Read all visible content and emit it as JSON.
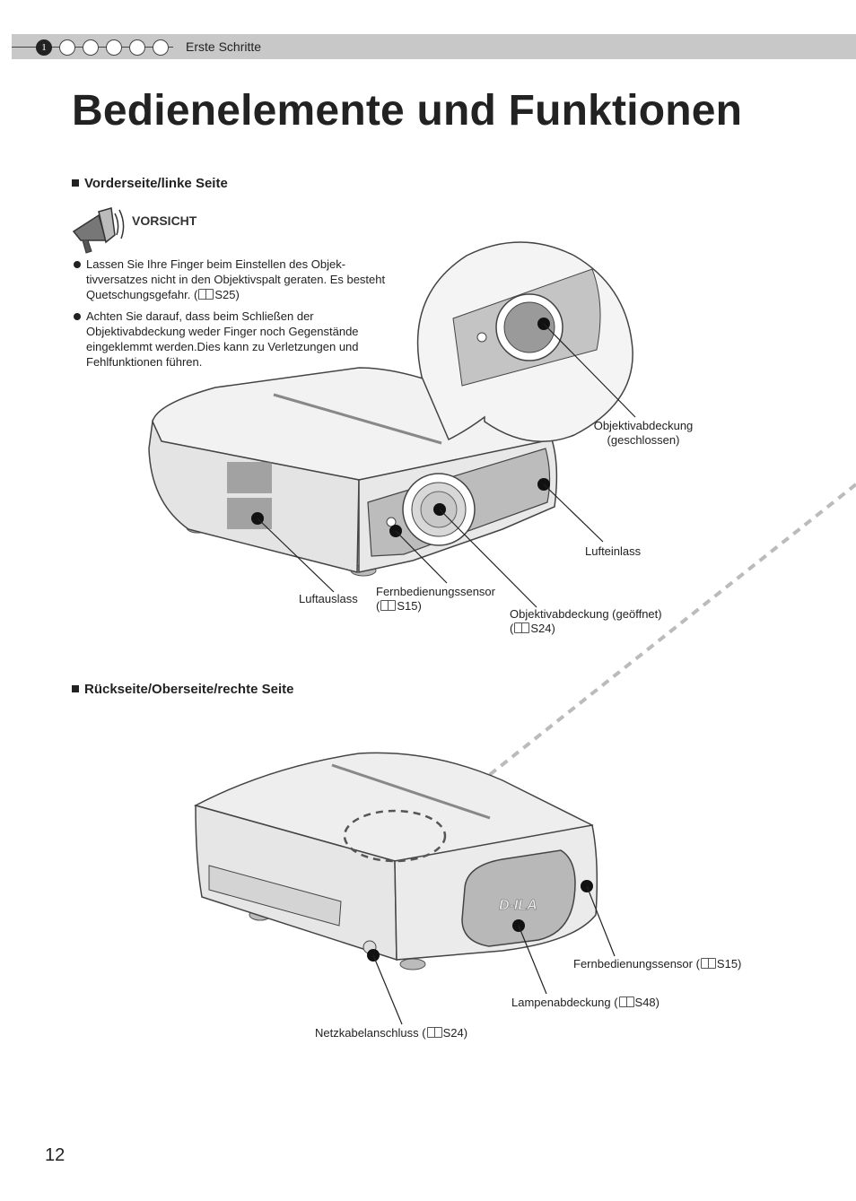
{
  "header": {
    "steps": [
      "1",
      "",
      "",
      "",
      "",
      "",
      ""
    ],
    "chapter": "Erste Schritte"
  },
  "title": "Bedienelemente und Funktionen",
  "front": {
    "heading": "Vorderseite/linke Seite",
    "caution_label": "VORSICHT",
    "bullets": [
      {
        "text": "Lassen Sie Ihre Finger beim Einstellen des Objek-tivversatzes nicht in den Objektivspalt geraten. Es besteht Quetschungsgefahr. (",
        "ref": "S25)"
      },
      {
        "text": "Achten Sie darauf, dass beim Schließen der Objektivabdeckung weder Finger noch Gegenstände eingeklemmt werden.Dies kann zu Verletzungen und Fehlfunktionen führen.",
        "ref": ""
      }
    ],
    "labels": {
      "cover_closed_line1": "Objektivabdeckung",
      "cover_closed_line2": "(geschlossen)",
      "air_intake": "Lufteinlass",
      "air_outlet": "Luftauslass",
      "remote_sensor": "Fernbedienungssensor",
      "remote_sensor_ref": "S15)",
      "cover_open": "Objektivabdeckung (geöffnet)",
      "cover_open_ref": "S24)"
    }
  },
  "rear": {
    "heading": "Rückseite/Oberseite/rechte Seite",
    "logo_text": "D-ILA",
    "labels": {
      "remote_sensor": "Fernbedienungssensor (",
      "remote_sensor_ref": "S15)",
      "lamp_cover": "Lampenabdeckung (",
      "lamp_cover_ref": "S48)",
      "power_connector": "Netzkabelanschluss (",
      "power_connector_ref": "S24)"
    }
  },
  "page_number": "12"
}
